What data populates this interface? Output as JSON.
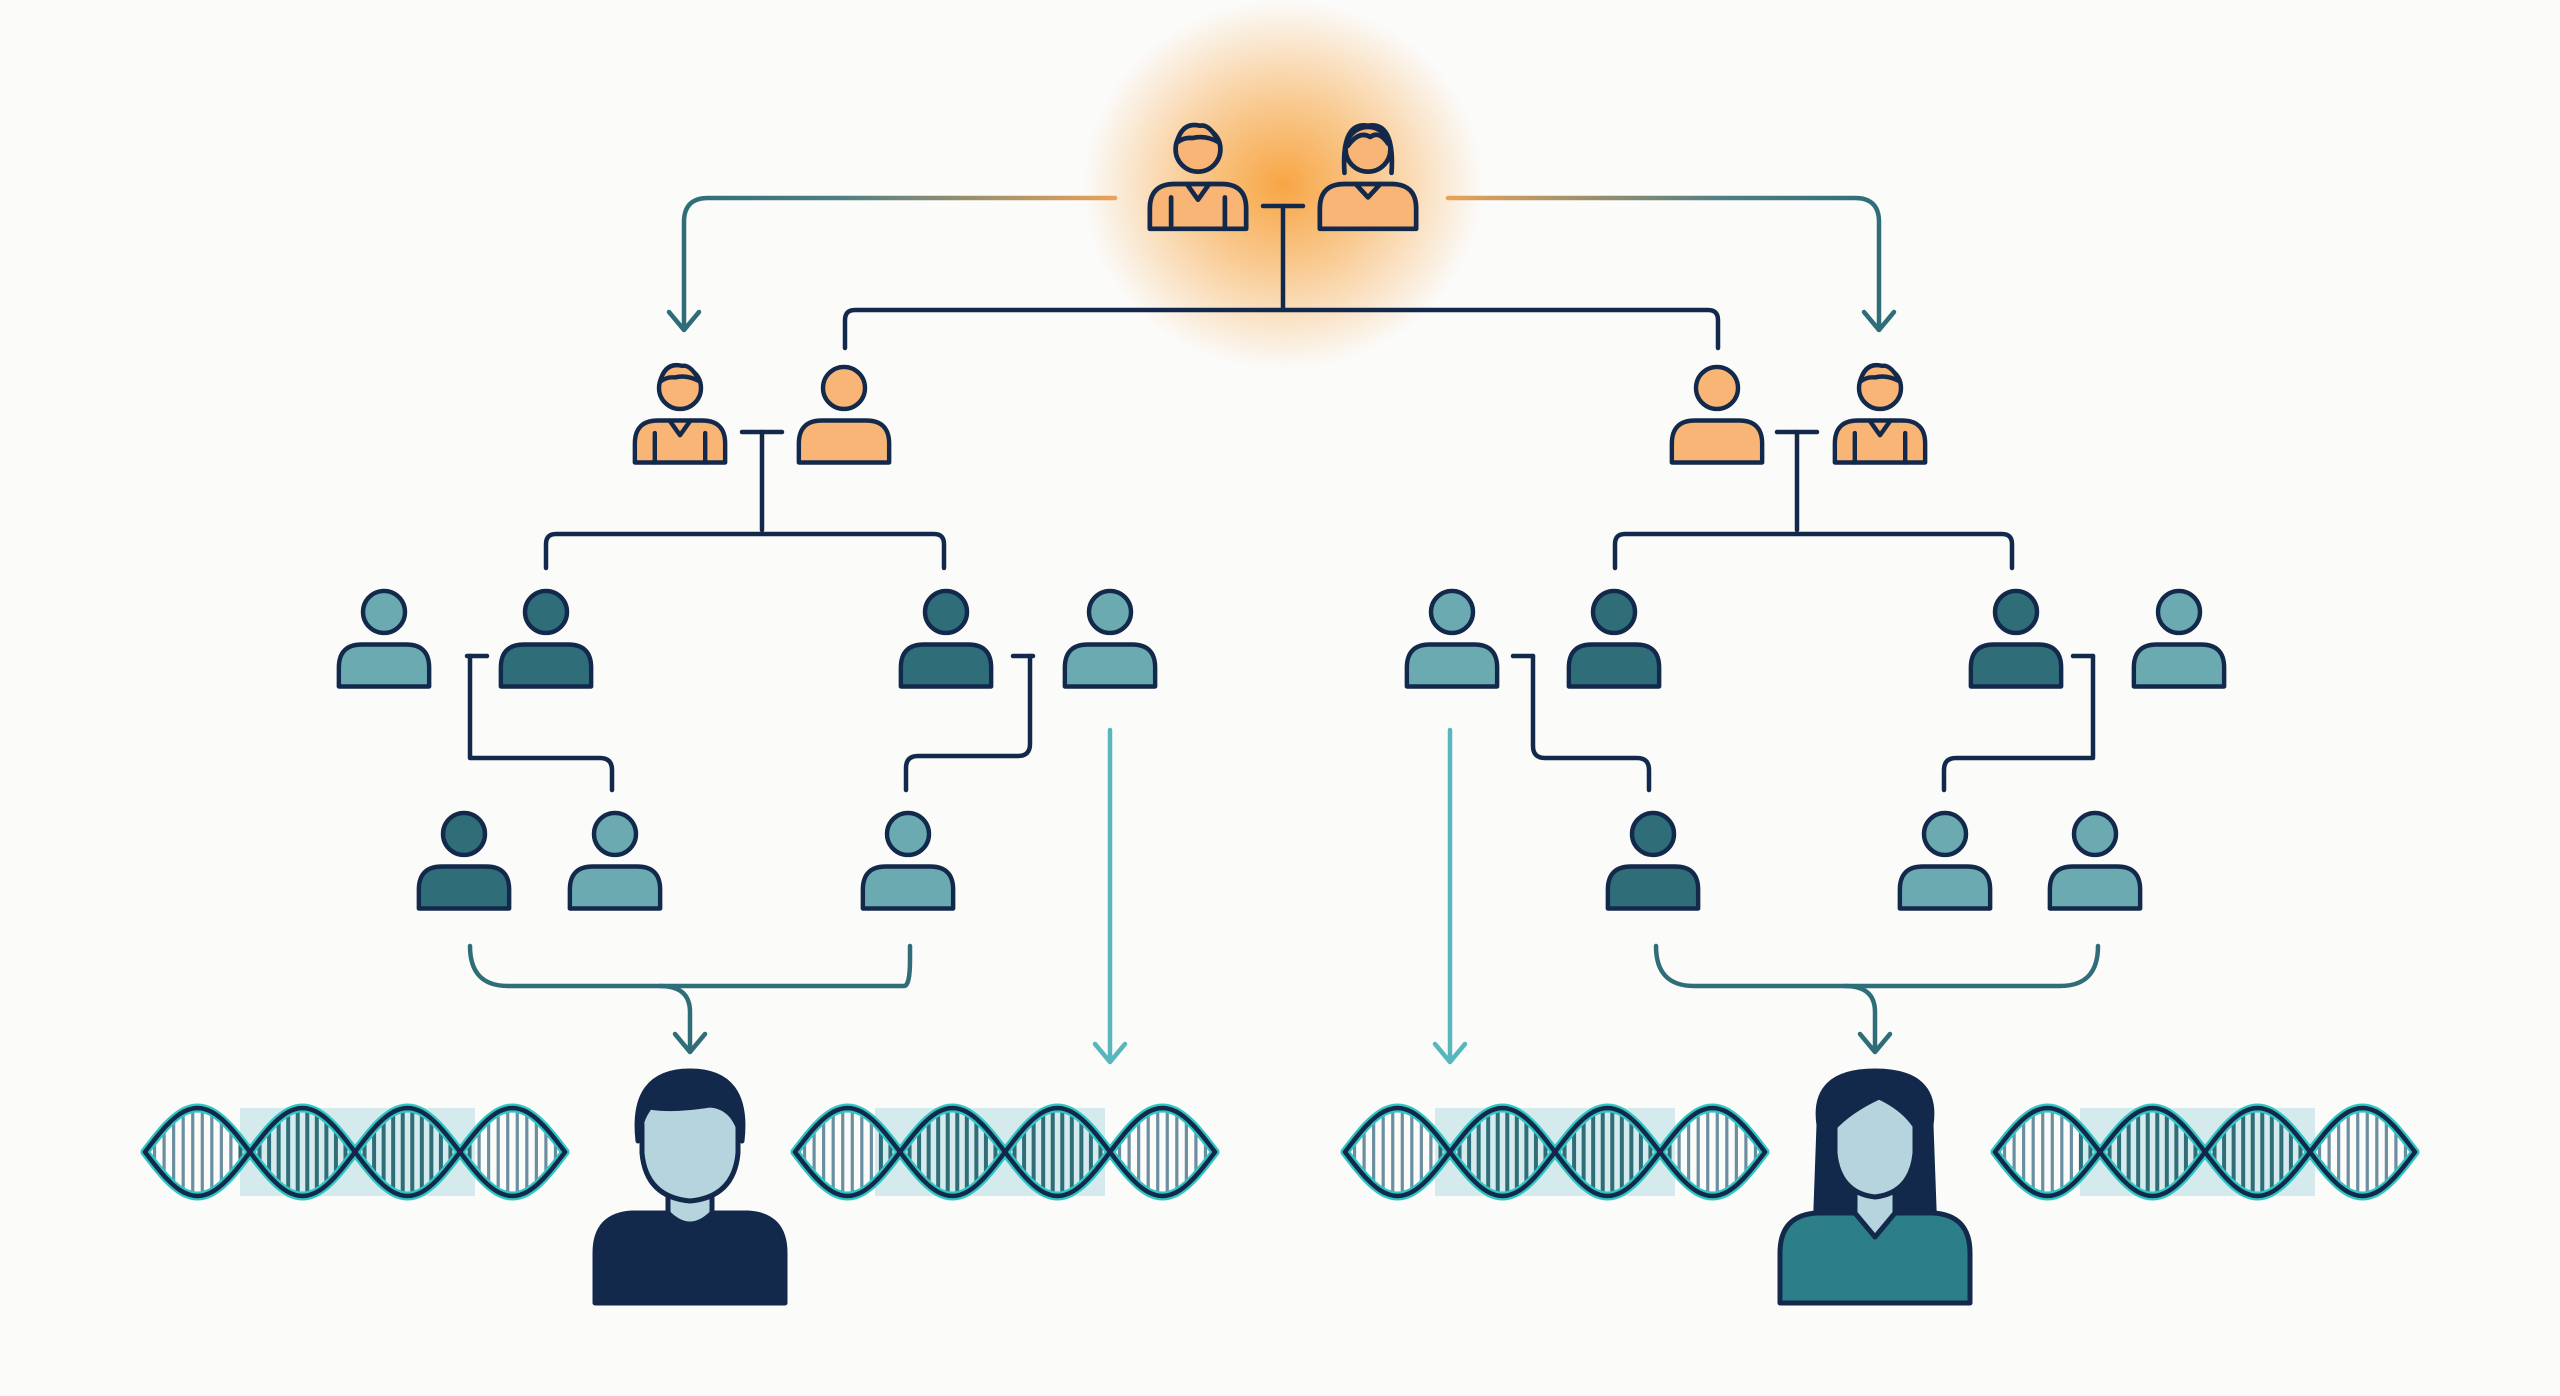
{
  "colors": {
    "background": "#fbfbfa",
    "ink": "#13294b",
    "orange_fill": "#f8b576",
    "orange_glow": "#f7a13a",
    "teal_light": "#6aaab0",
    "teal_dark": "#2f6d79",
    "teal_mid": "#5e9fa6",
    "arrow_teal": "#57b7bd",
    "dna_bright": "#2fc6c2",
    "dna_pale": "#b5dde0",
    "face_light": "#b6d4de",
    "woman_shirt": "#2c7f88",
    "man_shirt": "#13294b"
  },
  "diagram": {
    "generations": [
      {
        "level": "great-grandparents",
        "members": [
          "man",
          "woman"
        ],
        "highlight": "orange-glow"
      },
      {
        "level": "grandparents",
        "members": [
          "man",
          "woman",
          "woman",
          "man"
        ]
      },
      {
        "level": "parents",
        "members": [
          "teal-light",
          "teal-dark",
          "teal-dark",
          "teal-light",
          "teal-light",
          "teal-dark",
          "teal-dark",
          "teal-light"
        ]
      },
      {
        "level": "children",
        "members": [
          "teal-dark",
          "teal-light",
          "teal-light",
          "teal-dark",
          "teal-light",
          "teal-light"
        ]
      },
      {
        "level": "descendants",
        "members": [
          "man",
          "woman"
        ]
      }
    ],
    "dna_strands": 4,
    "icons": [
      "person-icon",
      "dna-icon",
      "arrow-down-icon"
    ]
  }
}
